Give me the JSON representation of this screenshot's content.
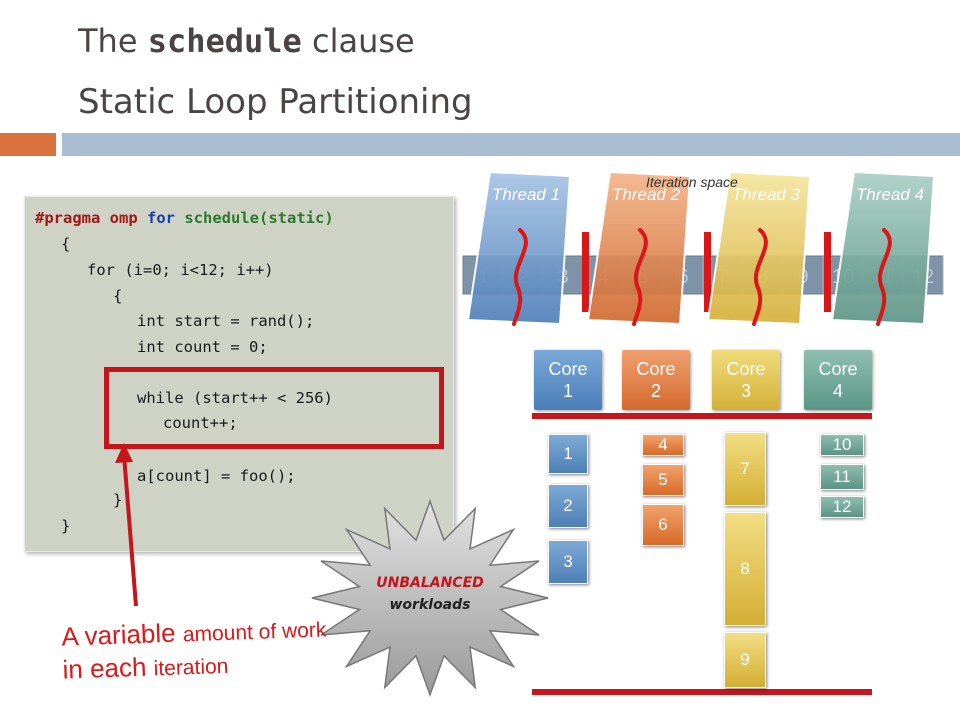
{
  "title": {
    "line1_prefix": "The ",
    "line1_code": "schedule",
    "line1_suffix": " clause",
    "line2": "Static Loop Partitioning"
  },
  "code": {
    "pragma": "#pragma omp",
    "for_kw": "for",
    "schedule": "schedule(static)",
    "l2": "{",
    "l3": "for (i=0; i<12; i++)",
    "l4": "{",
    "l5": "int start = rand();",
    "l6": "int count = 0;",
    "l7": "while (start++ < 256)",
    "l8": "count++;",
    "l9": "a[count] = foo();",
    "l10": "}",
    "l11": "}"
  },
  "caption": {
    "w1": "A variable ",
    "w2": "amount of work",
    "w3": "in each ",
    "w4": "iteration"
  },
  "burst": {
    "line1": "UNBALANCED",
    "line2": "workloads"
  },
  "iteration_space": {
    "label": "Iteration space",
    "numbers": [
      "1",
      "2",
      "3",
      "4",
      "5",
      "6",
      "7",
      "8",
      "9",
      "10",
      "11",
      "12"
    ]
  },
  "threads": [
    "Thread 1",
    "Thread 2",
    "Thread 3",
    "Thread 4"
  ],
  "cores": [
    {
      "line1": "Core",
      "line2": "1"
    },
    {
      "line1": "Core",
      "line2": "2"
    },
    {
      "line1": "Core",
      "line2": "3"
    },
    {
      "line1": "Core",
      "line2": "4"
    }
  ],
  "tasks": [
    "1",
    "2",
    "3",
    "4",
    "5",
    "6",
    "7",
    "8",
    "9",
    "10",
    "11",
    "12"
  ],
  "colors": {
    "accent_orange": "#d9723c",
    "rule_blue": "#a9bfd1",
    "highlight_red": "#c4161c",
    "thread1": "#6f9bd0",
    "thread2": "#e08a55",
    "thread3": "#e8cc60",
    "thread4": "#7daa9c"
  }
}
